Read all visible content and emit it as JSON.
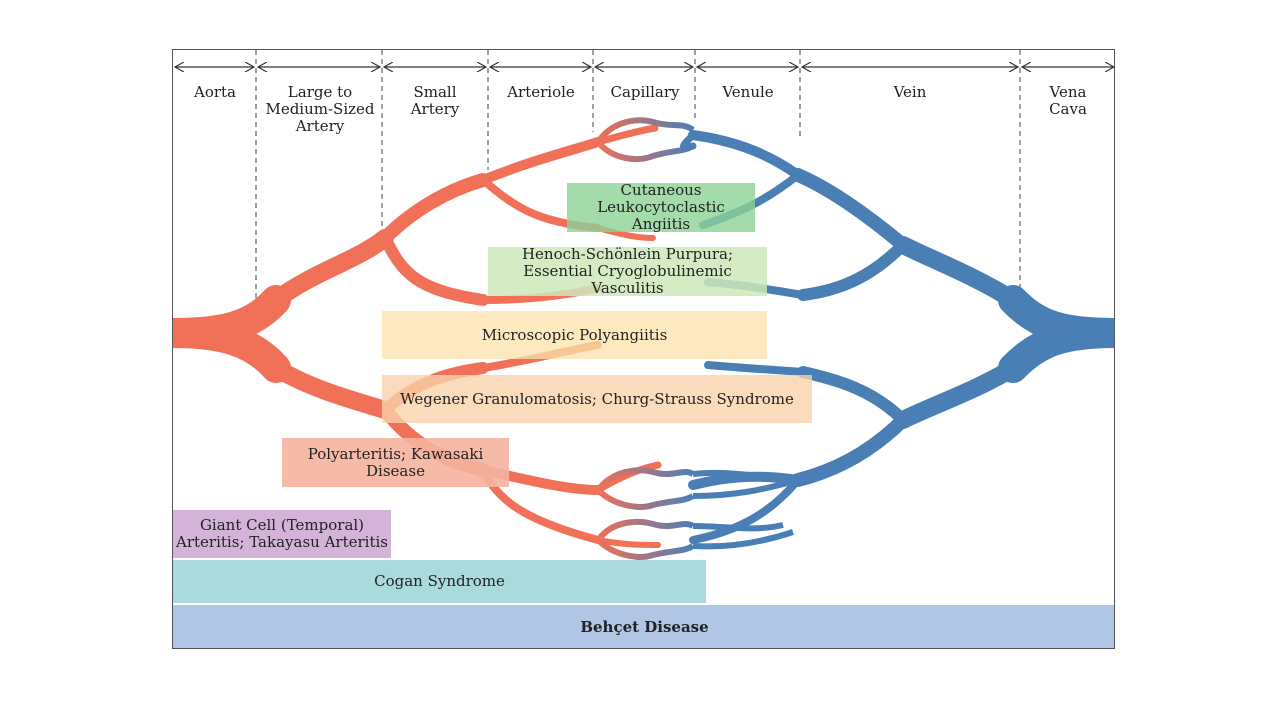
{
  "columns": [
    {
      "label": "Aorta"
    },
    {
      "label": "Large to Medium-Sized Artery"
    },
    {
      "label": "Small Artery"
    },
    {
      "label": "Arteriole"
    },
    {
      "label": "Capillary"
    },
    {
      "label": "Venule"
    },
    {
      "label": "Vein"
    },
    {
      "label": "Vena Cava"
    }
  ],
  "diseases": {
    "cutaneous": "Cutaneous Leukocytoclastic Angiitis",
    "henoch": "Henoch-Schönlein Purpura; Essential Cryoglobulinemic Vasculitis",
    "microscopic": "Microscopic Polyangiitis",
    "wegener": "Wegener Granulomatosis; Churg-Strauss Syndrome",
    "polyarteritis": "Polyarteritis; Kawasaki Disease",
    "giant_cell": "Giant Cell (Temporal) Arteritis; Takayasu Arteritis",
    "cogan": "Cogan Syndrome",
    "behcet": "Behçet Disease"
  },
  "colors": {
    "artery": "#f07058",
    "vein": "#4a7fb5",
    "cutaneous": "#a8d8b0",
    "henoch": "#cde8b8",
    "microscopic": "#fbe6b4",
    "wegener": "#f9d2ae",
    "polyarteritis": "#f5b49e",
    "giant_cell": "#d3b4d8",
    "cogan": "#aadadc",
    "behcet": "#b0c6e4"
  }
}
